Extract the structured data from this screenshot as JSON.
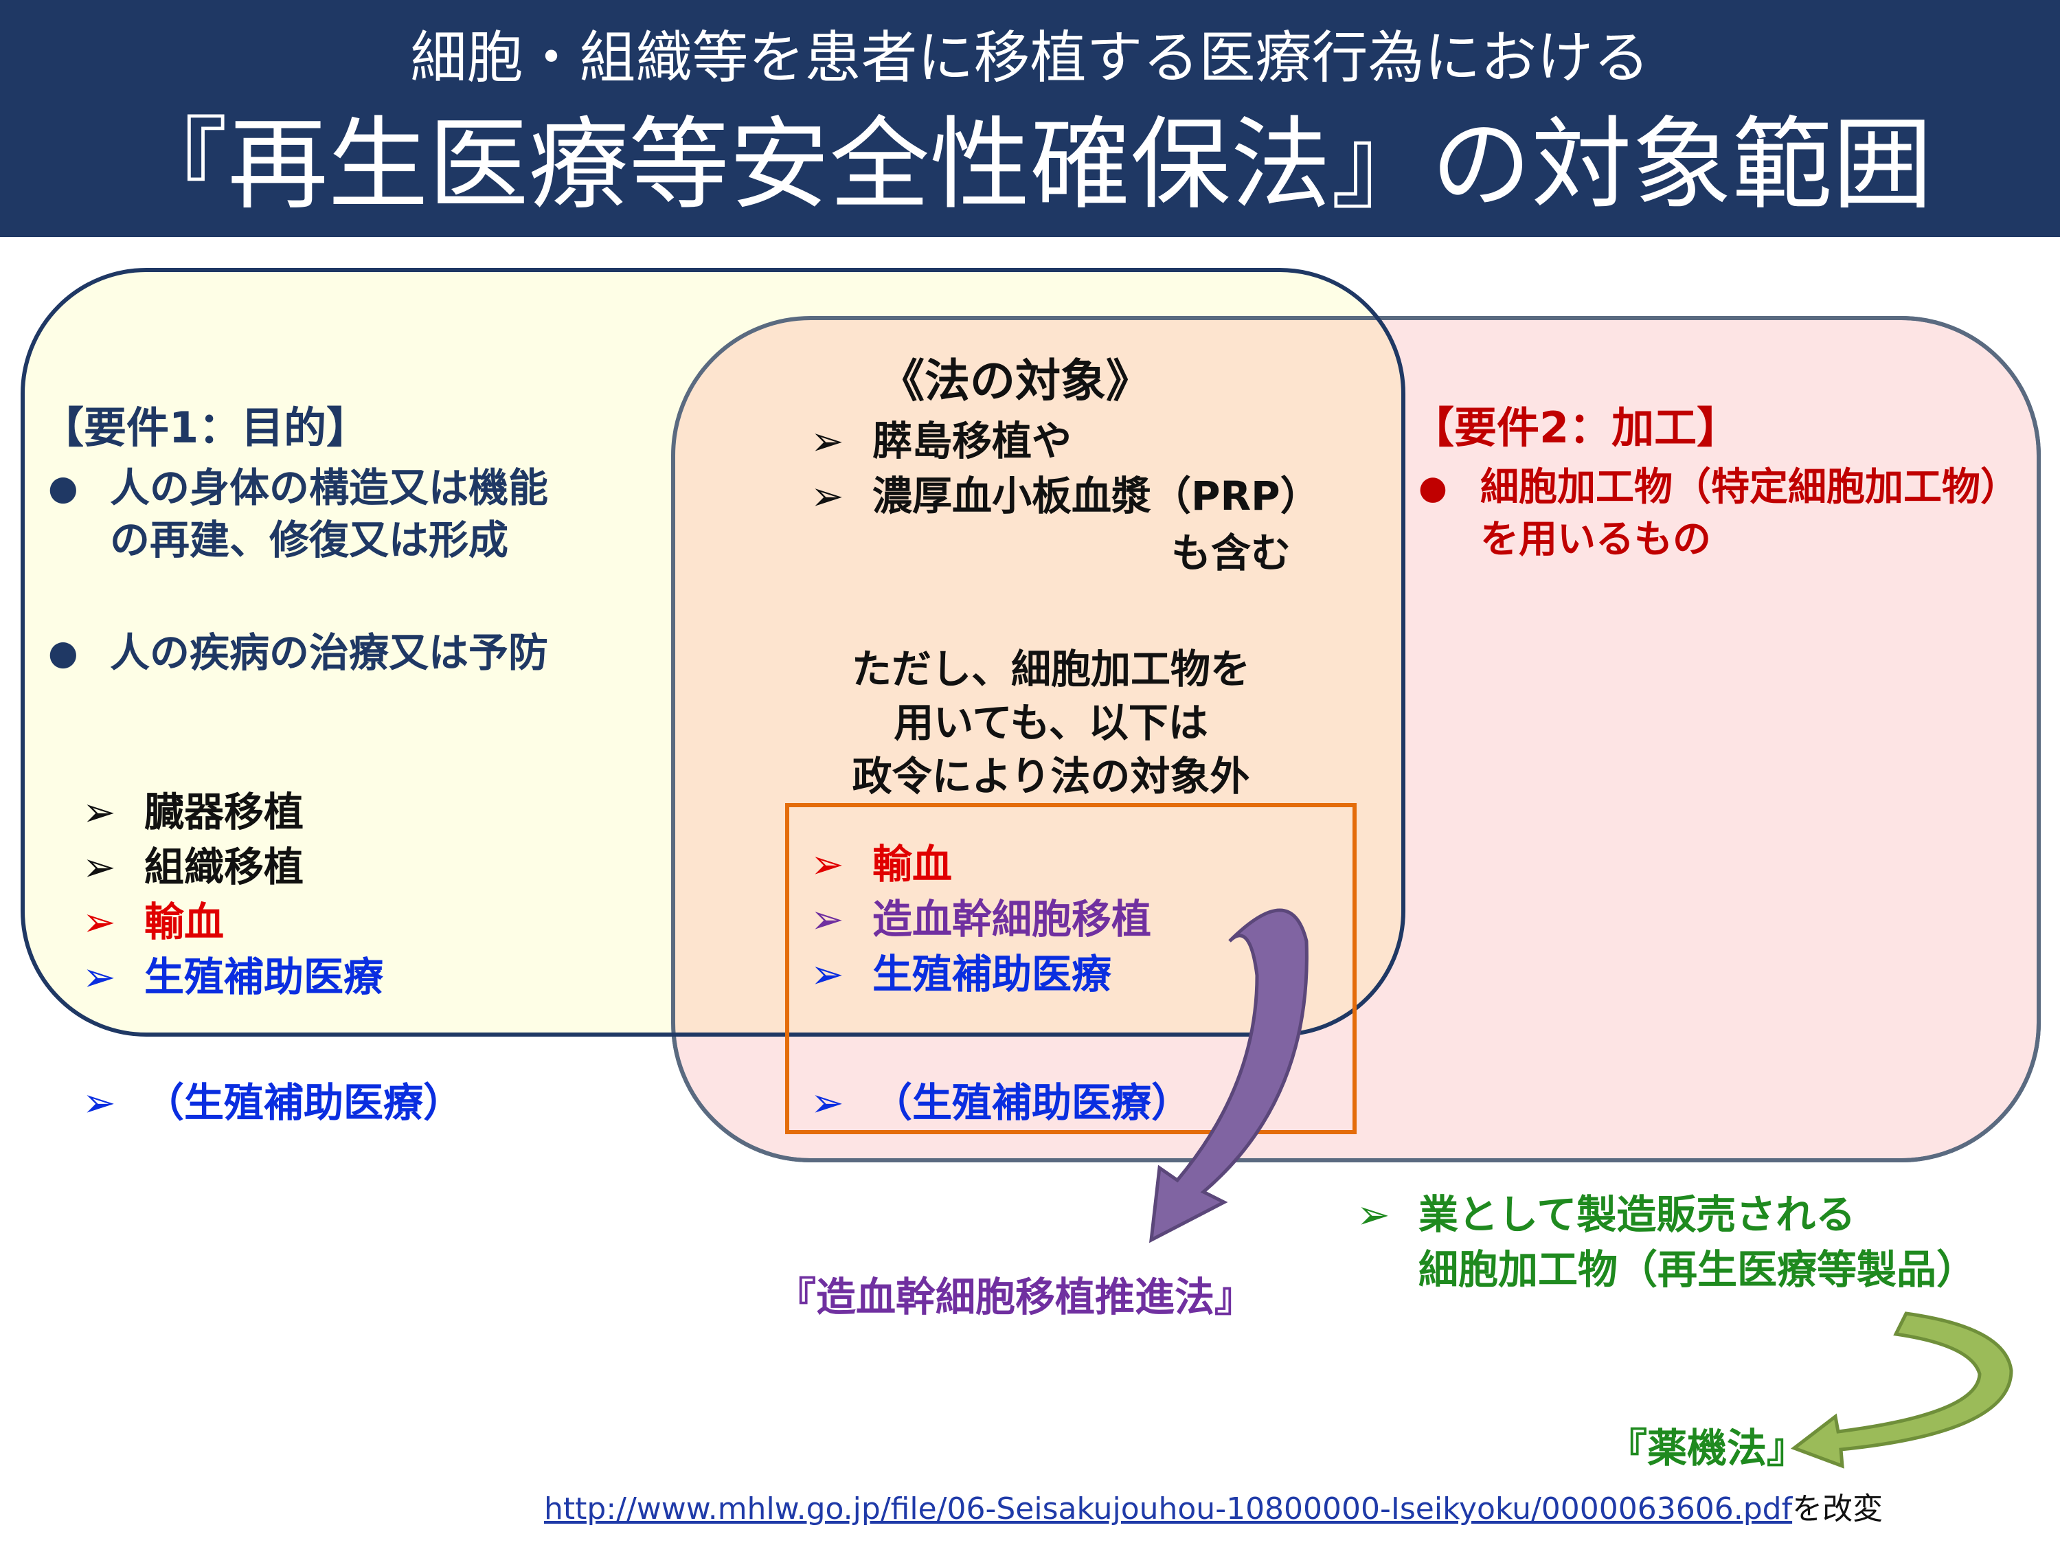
{
  "header": {
    "subtitle": "細胞・組織等を患者に移植する医療行為における",
    "title": "『再生医療等安全性確保法』の対象範囲"
  },
  "left": {
    "heading": "【要件1：目的】",
    "bullets": [
      {
        "lines": [
          "人の身体の構造又は機能",
          "の再建、修復又は形成"
        ]
      },
      {
        "lines": [
          "人の疾病の治療又は予防"
        ]
      }
    ],
    "items": [
      {
        "text": "臓器移植",
        "color": "#111111"
      },
      {
        "text": "組織移植",
        "color": "#111111"
      },
      {
        "text": "輸血",
        "color": "#e00000"
      },
      {
        "text": "生殖補助医療",
        "color": "#0a2ee0"
      }
    ],
    "outside_item": "（生殖補助医療）"
  },
  "right": {
    "heading": "【要件2：加工】",
    "bullet_lines": [
      "細胞加工物（特定細胞加工物）",
      "を用いるもの"
    ]
  },
  "center": {
    "heading": "《法の対象》",
    "items": [
      "膵島移植や",
      "濃厚血小板血漿（PRP）"
    ],
    "include_note": "も含む",
    "exception_lines": [
      "ただし、細胞加工物を",
      "用いても、以下は",
      "政令により法の対象外"
    ],
    "excluded": [
      {
        "text": "輸血",
        "color": "#e00000"
      },
      {
        "text": "造血幹細胞移植",
        "color": "#7030a0"
      },
      {
        "text": "生殖補助医療",
        "color": "#0a2ee0"
      }
    ],
    "excluded_outside": "（生殖補助医療）"
  },
  "hsc_law": "『造血幹細胞移植推進法』",
  "manufactured": {
    "lines": [
      "業として製造販売される",
      "細胞加工物（再生医療等製品）"
    ]
  },
  "pmd_law": "『薬機法』",
  "source": {
    "url": "http://www.mhlw.go.jp/file/06-Seisakujouhou-10800000-Iseikyoku/0000063606.pdf",
    "suffix": "を改変"
  },
  "icons": {
    "bullet": "black-circle",
    "arrow_marker": "arrowhead-right",
    "purple_arrow": "curved-arrow-purple",
    "green_arrow": "curved-arrow-green"
  },
  "colors": {
    "header_bg": "#1f3864",
    "left_fill": "#fefee6",
    "right_fill": "#fde4e4",
    "overlap_fill": "#fde4cf",
    "exclusion_border": "#e46c0a",
    "purple_arrow": "#8064a2",
    "green_arrow": "#9bbb59"
  }
}
